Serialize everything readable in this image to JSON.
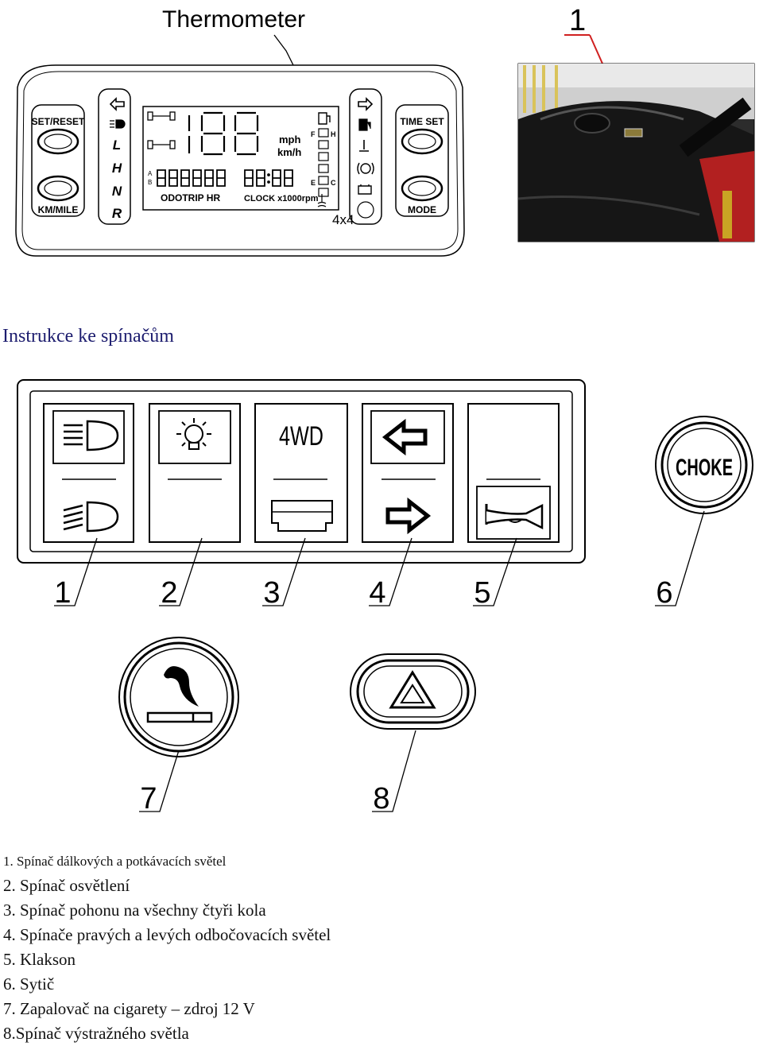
{
  "dashboard": {
    "callout_label": "Thermometer",
    "photo_callout": "1",
    "left_buttons": [
      "SET/RESET",
      "KM/MILE"
    ],
    "right_buttons": [
      "TIME SET",
      "MODE"
    ],
    "gears": [
      "L",
      "H",
      "N",
      "R"
    ],
    "speed_units": [
      "mph",
      "km/h"
    ],
    "odo_labels": "ODOTRIP HR",
    "clock_labels": "CLOCK x1000rpm",
    "gauge_letters": {
      "f": "F",
      "e": "E",
      "h": "H",
      "c": "C"
    },
    "odo_prefix": [
      "A",
      "B"
    ],
    "drive_label": "4x4"
  },
  "section_title": "Instrukce ke spínačům",
  "switch_panel": {
    "fourwd_label": "4WD",
    "choke_label": "CHOKE",
    "callouts": [
      "1",
      "2",
      "3",
      "4",
      "5",
      "6"
    ],
    "lower_callouts": [
      "7",
      "8"
    ]
  },
  "legend": [
    {
      "text": "1. Spínač dálkových a potkávacích světel"
    },
    {
      "text": "2. Spínač osvětlení"
    },
    {
      "text": "3. Spínač pohonu na všechny čtyři kola"
    },
    {
      "text": "4. Spínače pravých a levých odbočovacích světel"
    },
    {
      "text": "5. Klakson"
    },
    {
      "text": "6. Sytič"
    },
    {
      "text": "7. Zapalovač na cigarety – zdroj 12 V"
    },
    {
      "text": "8.Spínač výstražného světla"
    }
  ],
  "colors": {
    "heading": "#1c1c6e",
    "line": "#000000"
  }
}
